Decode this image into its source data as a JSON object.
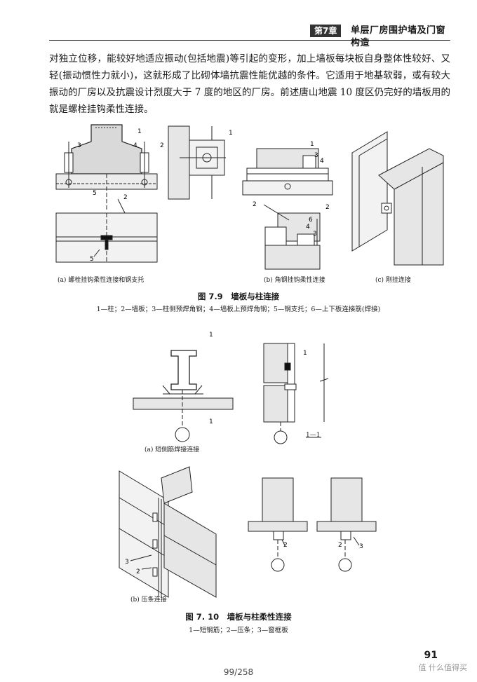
{
  "header": {
    "chapter_label": "第7章",
    "chapter_title": "单层厂房围护墙及门窗构造"
  },
  "body_paragraph": "对独立位移，能较好地适应振动(包括地震)等引起的变形，加上墙板每块板自身整体性较好、又轻(振动惯性力就小)，这就形成了比砌体墙抗震性能优越的条件。它适用于地基软弱，或有较大振动的厂房以及抗震设计烈度大于 7 度的地区的厂房。前述唐山地震 10 度区仍完好的墙板用的就是螺栓挂钩柔性连接。",
  "figure_7_9": {
    "caption_a": "(a) 螺栓挂钩柔性连接和钢支托",
    "caption_b": "(b) 角钢挂钩柔性连接",
    "caption_c": "(c) 刚挂连接",
    "title": "图 7.9　墙板与柱连接",
    "legend": "1—柱；2—墙板；3—柱侧预焊角钢；4—墙板上预焊角钢；5—钢支托；6—上下板连接筋(焊接)"
  },
  "figure_7_10": {
    "caption_a": "(a) 短侧筋焊接连接",
    "section_label": "1—1",
    "caption_b": "(b) 压条连接",
    "title": "图 7. 10　墙板与柱柔性连接",
    "legend": "1—短钢筋；2—压条；3—窗框板"
  },
  "labels": {
    "n1": "1",
    "n2": "2",
    "n3": "3",
    "n4": "4",
    "n5": "5",
    "n6": "6"
  },
  "footer": {
    "page_number": "91",
    "page_progress": "99/258",
    "watermark": "值 什么值得买"
  }
}
